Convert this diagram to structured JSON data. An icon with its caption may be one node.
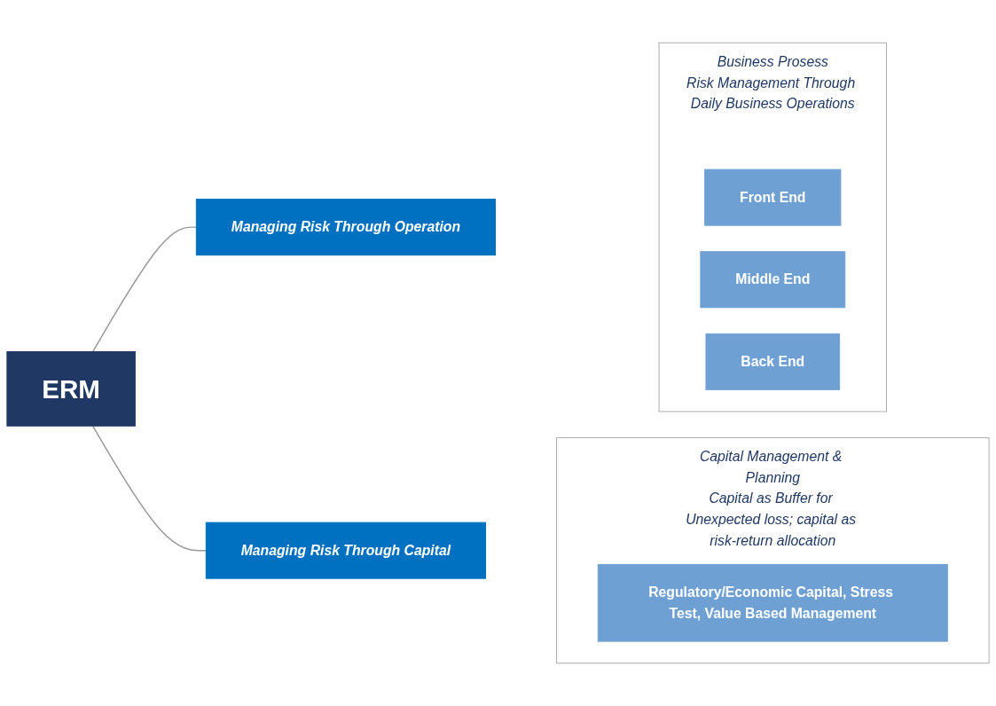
{
  "diagram": {
    "nodes": [
      {
        "text": [
          "ERM"
        ]
      },
      {
        "text": [
          "Managing Risk Through Operation"
        ]
      },
      {
        "text": [
          "Business Prosess",
          "Risk Management Through Daily Business Operations"
        ]
      },
      {
        "text": [
          "Front End"
        ],
        "in": 2
      },
      {
        "text": [
          "Middle End"
        ],
        "in": 2
      },
      {
        "text": [
          "Back End"
        ],
        "in": 2
      },
      {
        "text": [
          "Managing Risk Through Capital"
        ]
      },
      {
        "text": [
          "Capital Management & Planning",
          "Capital as Buffer for Unexpected loss; capital as risk-return allocation"
        ]
      },
      {
        "text": [
          "Regulatory/Economic Capital, Stress Test, Value Based Management"
        ],
        "in": 7
      }
    ],
    "edges": [
      {
        "from": 0,
        "to": 1,
        "arrow": "none"
      },
      {
        "from": 0,
        "to": 6,
        "arrow": "none"
      }
    ]
  }
}
